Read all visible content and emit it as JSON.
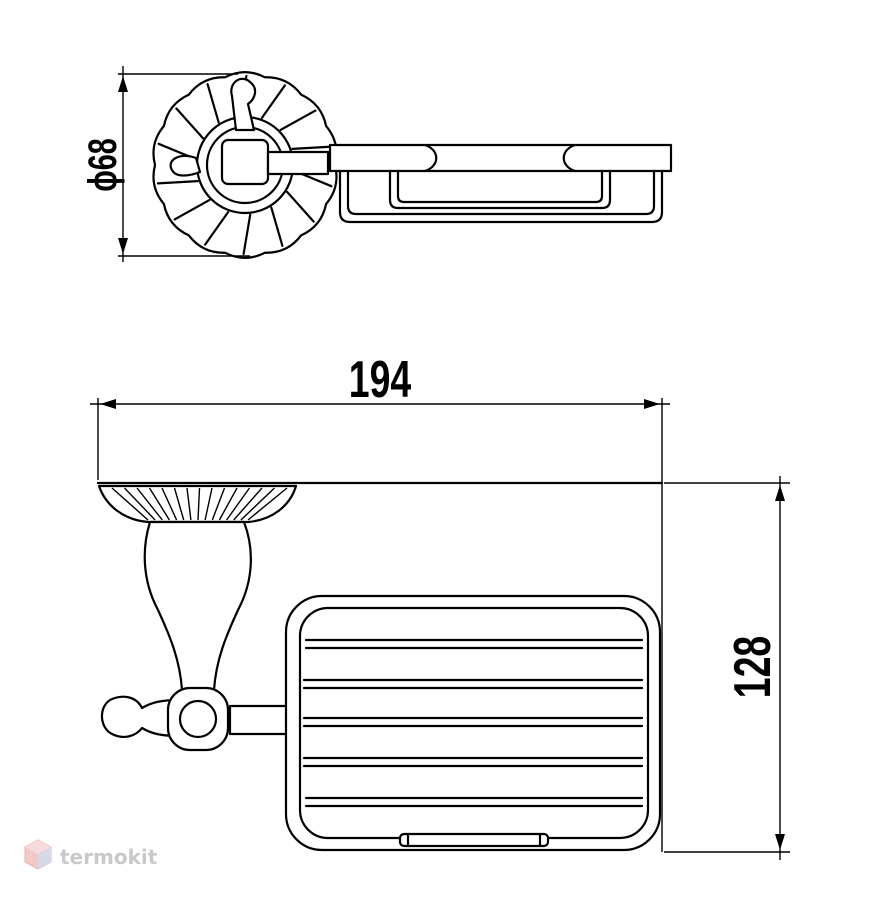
{
  "dimensions": {
    "diameter": "ϕ68",
    "width": "194",
    "height": "128"
  },
  "watermark": {
    "text": "termokit",
    "logo_icon": "hexagon-logo-icon",
    "color": "#c9c9c9"
  }
}
